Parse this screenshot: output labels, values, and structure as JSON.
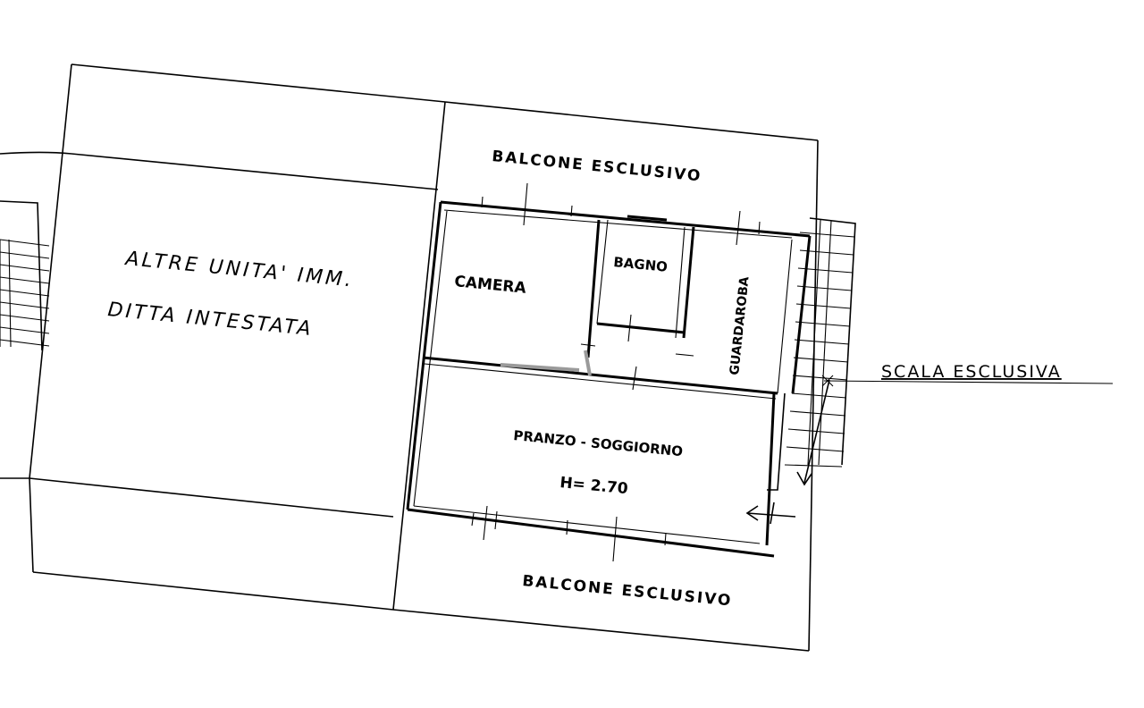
{
  "colors": {
    "line": "#000000",
    "background": "#ffffff",
    "window": "#9a9a9a"
  },
  "labels": {
    "balcone_top": "BALCONE  ESCLUSIVO",
    "balcone_bottom": "BALCONE  ESCLUSIVO",
    "altre_line1": "ALTRE UNITA' IMM.",
    "altre_line2": "DITTA  INTESTATA",
    "camera": "CAMERA",
    "bagno": "BAGNO",
    "guardaroba": "GUARDAROBA",
    "pranzo": "PRANZO - SOGGIORNO",
    "height": "H= 2.70",
    "scala": "SCALA  ESCLUSIVA"
  }
}
